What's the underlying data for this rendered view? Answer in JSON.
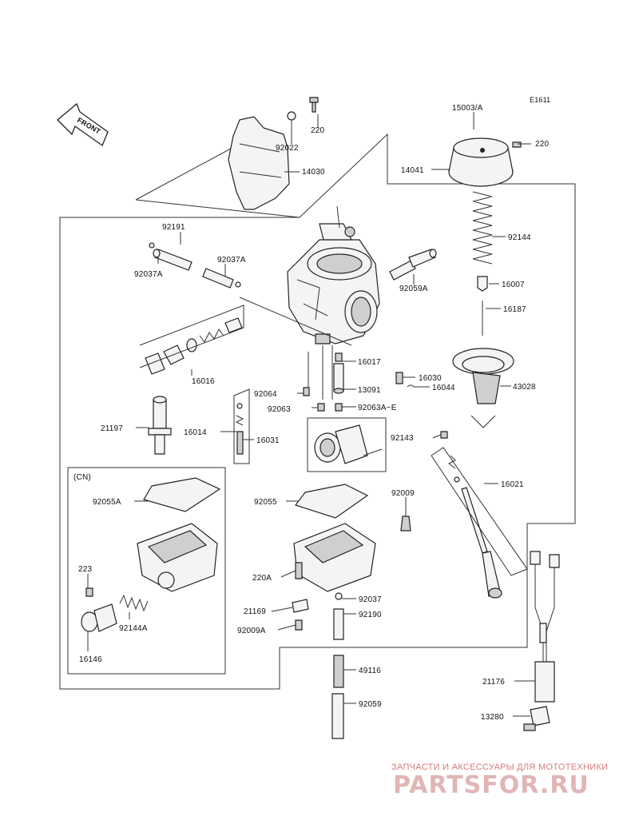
{
  "diagram": {
    "code": "E1611",
    "front_label": "FRONT",
    "cn_label": "(CN)",
    "parts": {
      "p220_top": "220",
      "p92022": "92022",
      "p14030": "14030",
      "p15003A": "15003/A",
      "p220_right": "220",
      "p14041": "14041",
      "p92144": "92144",
      "p16007": "16007",
      "p16187": "16187",
      "p92191": "92191",
      "p92037A_left": "92037A",
      "p92037A_mid": "92037A",
      "p92059A": "92059A",
      "p16016": "16016",
      "p16017": "16017",
      "p92064": "92064",
      "p13091": "13091",
      "p92063": "92063",
      "p92063AE": "92063A~E",
      "p16030": "16030",
      "p16044": "16044",
      "p43028": "43028",
      "p21197": "21197",
      "p16014": "16014",
      "p16031": "16031",
      "p92143": "92143",
      "p16021": "16021",
      "p92055A": "92055A",
      "p92055": "92055",
      "p92009": "92009",
      "p223": "223",
      "p92144A": "92144A",
      "p16146": "16146",
      "p220A": "220A",
      "p21169": "21169",
      "p92009A": "92009A",
      "p92037": "92037",
      "p92190": "92190",
      "p49116": "49116",
      "p92059": "92059",
      "p21176": "21176",
      "p13280": "13280"
    }
  },
  "watermark": {
    "tagline": "ЗАПЧАСТИ И АКСЕССУАРЫ ДЛЯ МОТОТЕХНИКИ",
    "brand": "PARTSFOR.RU",
    "color": "#d47c7c"
  }
}
